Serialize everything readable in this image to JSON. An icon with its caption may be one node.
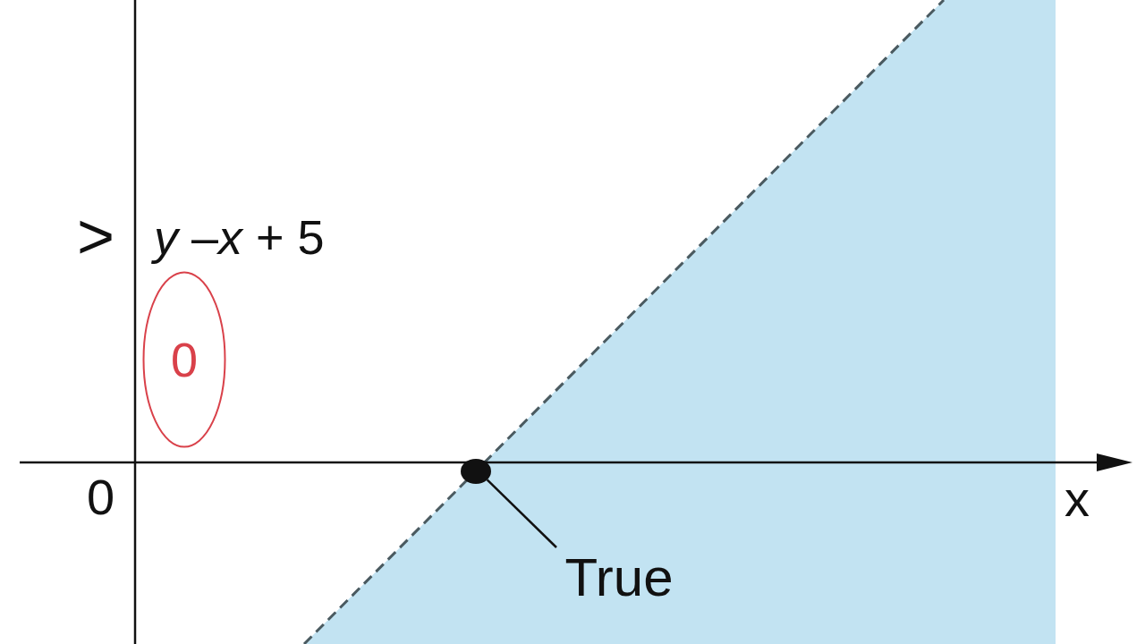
{
  "diagram": {
    "nodes": [
      {
        "text": [
          "True"
        ]
      },
      {
        "text": [],
        "shape": "circle"
      },
      {
        "text": [
          "0"
        ]
      }
    ],
    "edges": [
      {
        "from": 0,
        "to": 1,
        "arrow": "none"
      }
    ],
    "labels": [
      ">",
      "*y* –*x* + 5",
      "0",
      "x"
    ]
  }
}
